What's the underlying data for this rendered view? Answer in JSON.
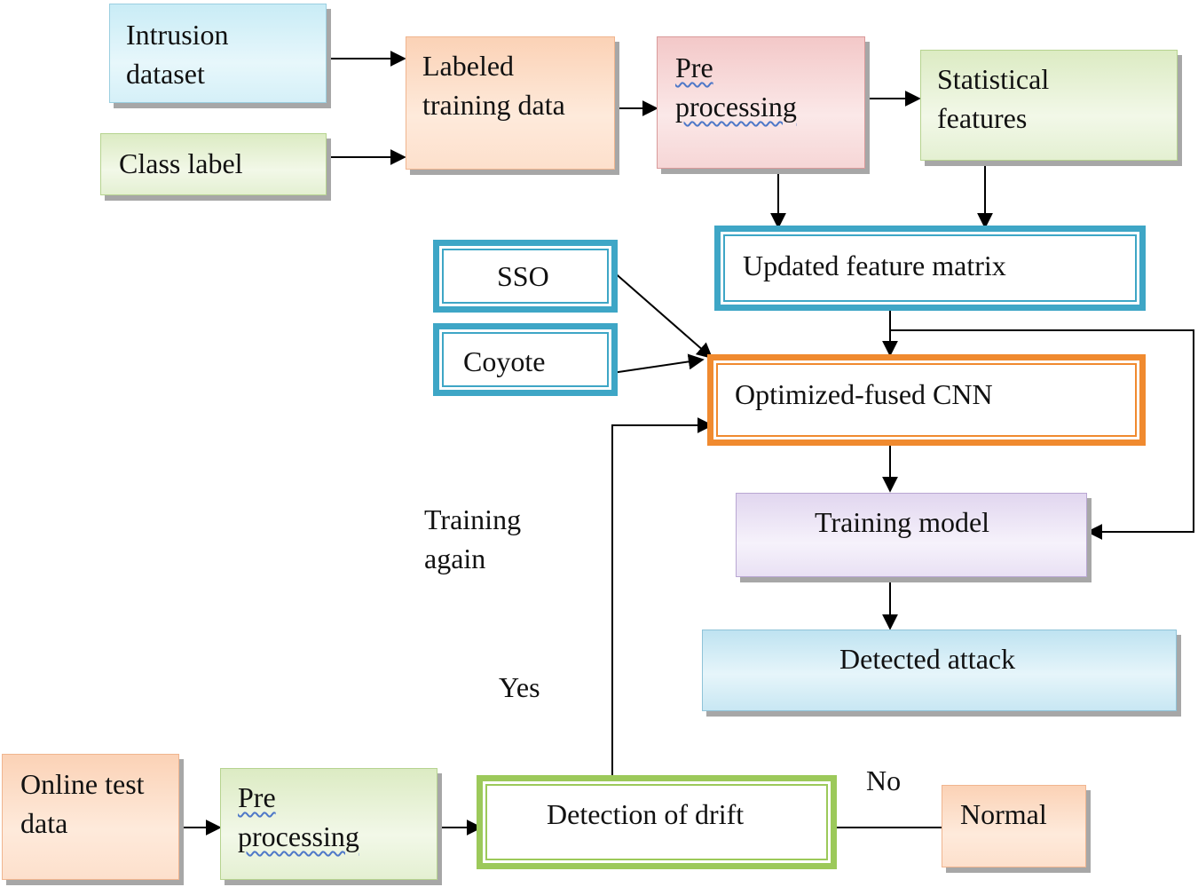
{
  "nodes": {
    "intrusion_dataset": [
      "Intrusion",
      "dataset"
    ],
    "class_label": "Class label",
    "labeled_training_data": [
      "Labeled",
      "training data"
    ],
    "pre_processing_top": [
      "Pre",
      "processing"
    ],
    "statistical_features": [
      "Statistical",
      "features"
    ],
    "updated_feature_matrix": "Updated feature matrix",
    "sso": "SSO",
    "coyote": "Coyote",
    "optimized_fused_cnn": "Optimized-fused CNN",
    "training_model": "Training model",
    "detected_attack": "Detected attack",
    "online_test_data": [
      "Online test",
      "data"
    ],
    "pre_processing_bottom": [
      "Pre",
      "processing"
    ],
    "detection_of_drift": "Detection of drift",
    "normal": "Normal"
  },
  "edge_labels": {
    "training_again": [
      "Training",
      "again"
    ],
    "yes": "Yes",
    "no": "No"
  },
  "colors": {
    "arrow": "#000000",
    "double_border_blue": "#3ea6c6",
    "double_border_orange": "#f08a2f",
    "double_border_green": "#9cc95a"
  }
}
